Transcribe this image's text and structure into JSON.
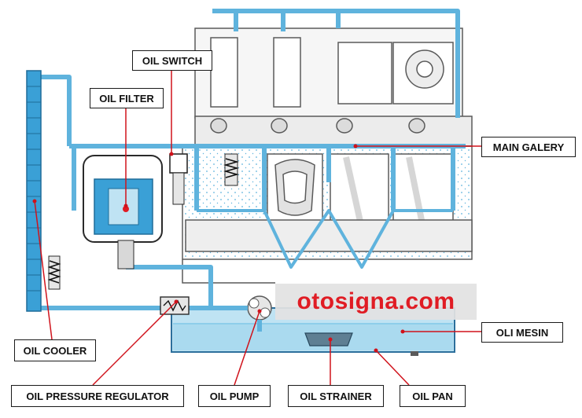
{
  "labels": {
    "oil_switch": "OIL SWITCH",
    "oil_filter": "OIL FILTER",
    "main_galery": "MAIN GALERY",
    "oli_mesin": "OLI MESIN",
    "oil_cooler": "OIL COOLER",
    "oil_pressure_regulator": "OIL PRESSURE REGULATOR",
    "oil_pump": "OIL PUMP",
    "oil_strainer": "OIL STRAINER",
    "oil_pan": "OIL PAN"
  },
  "watermark": "otosigna.com",
  "colors": {
    "oil": "#5fb3dd",
    "oil_dark": "#2c6f9c",
    "engine_outline": "#5a5a5a",
    "engine_fill": "#e9e9e9",
    "leader_lines": "#d0121b",
    "watermark_text": "#e01c24"
  }
}
